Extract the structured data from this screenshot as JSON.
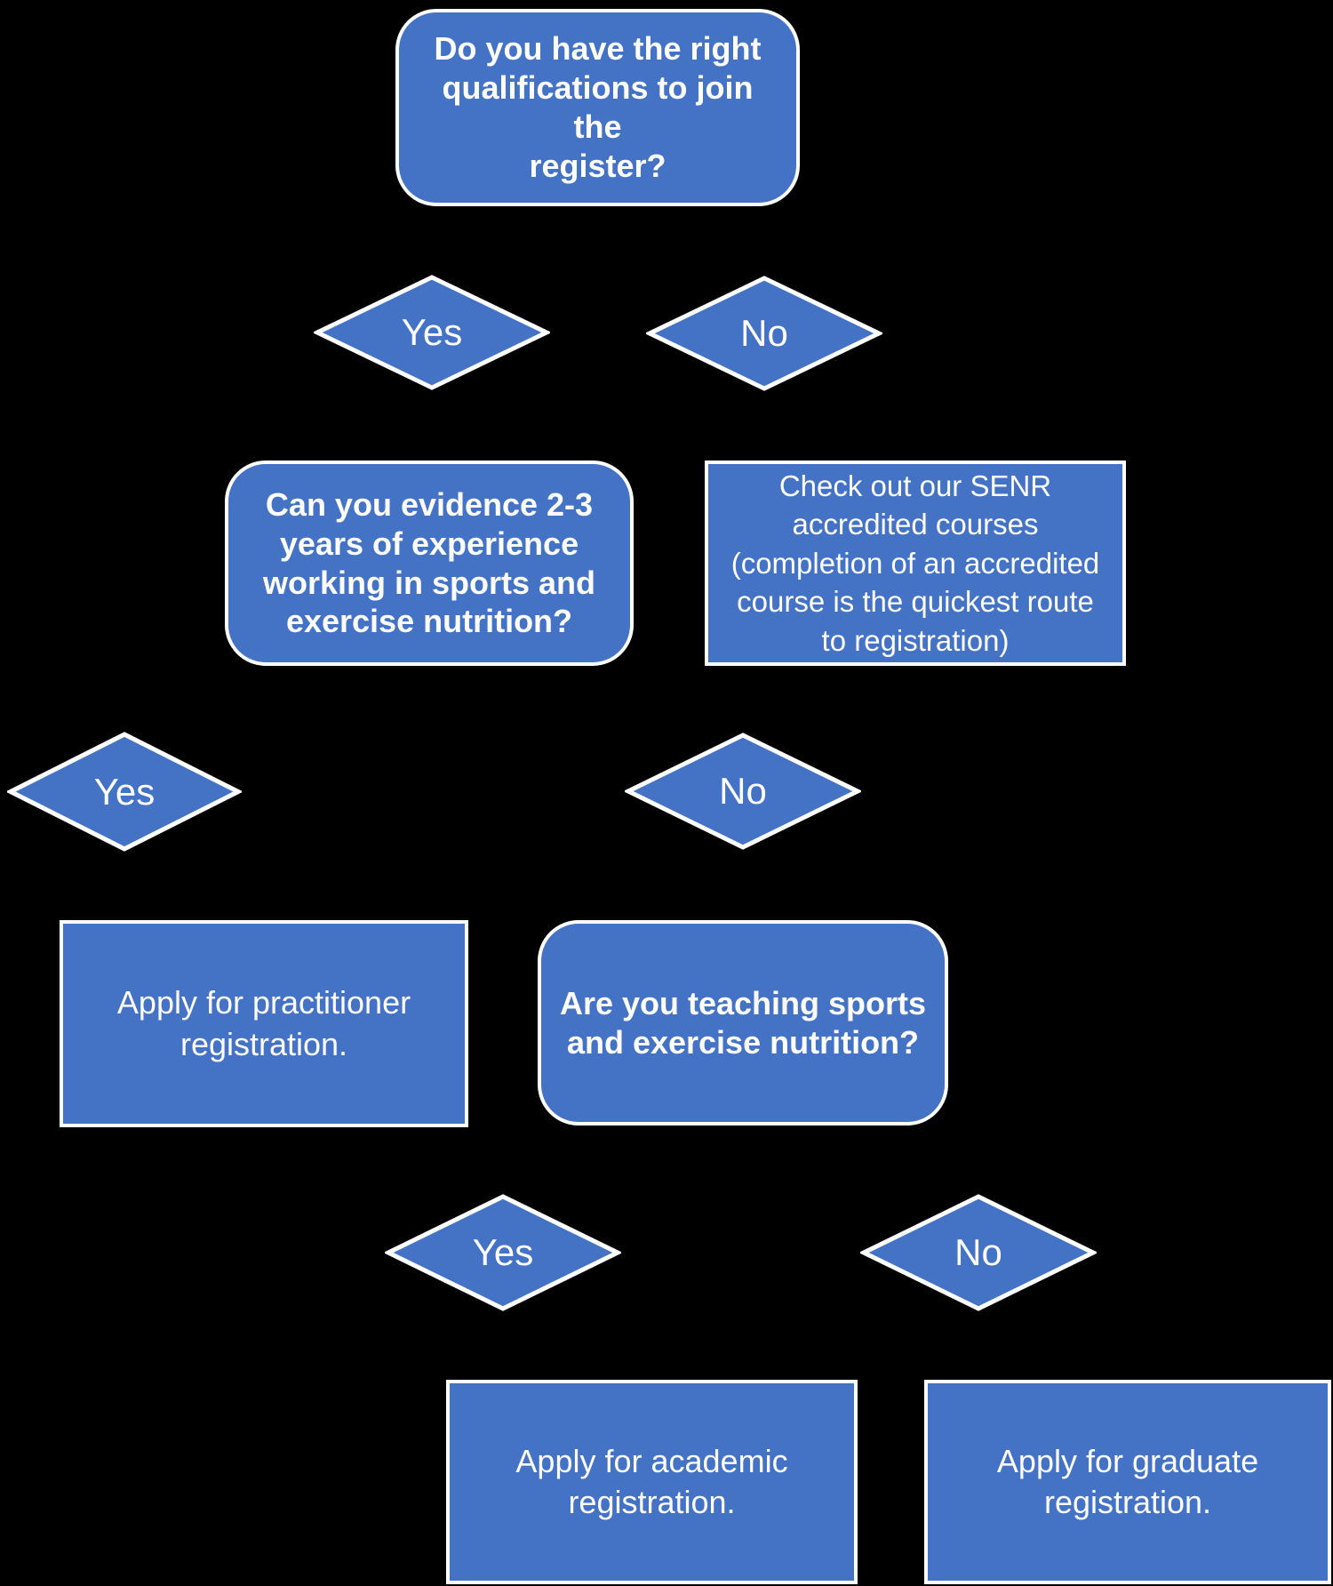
{
  "colors": {
    "background": "#000000",
    "node_fill": "#4472C4",
    "node_border": "#ffffff",
    "text": "#ffffff"
  },
  "flowchart": {
    "nodes": {
      "q1": {
        "label": "Do you have the right\nqualifications to join the\nregister?"
      },
      "d1_yes": {
        "label": "Yes"
      },
      "d1_no": {
        "label": "No"
      },
      "q2": {
        "label": "Can you evidence 2-3\nyears of experience\nworking in sports and\nexercise nutrition?"
      },
      "senr": {
        "label": "Check out our SENR\naccredited courses\n(completion of an accredited\ncourse is the quickest route\nto registration)"
      },
      "d2_yes": {
        "label": "Yes"
      },
      "d2_no": {
        "label": "No"
      },
      "practitioner": {
        "label": "Apply for practitioner\nregistration."
      },
      "q3": {
        "label": "Are you teaching sports\nand exercise nutrition?"
      },
      "d3_yes": {
        "label": "Yes"
      },
      "d3_no": {
        "label": "No"
      },
      "academic": {
        "label": "Apply for academic\nregistration."
      },
      "graduate": {
        "label": "Apply for graduate\nregistration."
      }
    }
  }
}
